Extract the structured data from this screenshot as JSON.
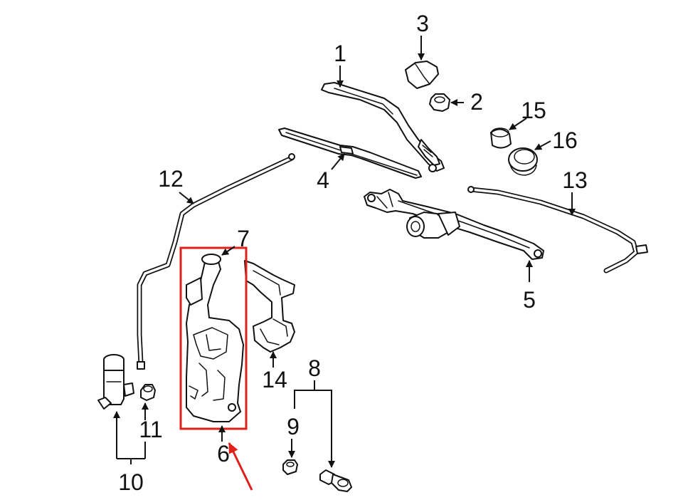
{
  "callouts": [
    {
      "id": "1",
      "text": "1"
    },
    {
      "id": "2",
      "text": "2"
    },
    {
      "id": "3",
      "text": "3"
    },
    {
      "id": "4",
      "text": "4"
    },
    {
      "id": "5",
      "text": "5"
    },
    {
      "id": "6",
      "text": "6"
    },
    {
      "id": "7",
      "text": "7"
    },
    {
      "id": "8",
      "text": "8"
    },
    {
      "id": "9",
      "text": "9"
    },
    {
      "id": "10",
      "text": "10"
    },
    {
      "id": "11",
      "text": "11"
    },
    {
      "id": "12",
      "text": "12"
    },
    {
      "id": "13",
      "text": "13"
    },
    {
      "id": "14",
      "text": "14"
    },
    {
      "id": "15",
      "text": "15"
    },
    {
      "id": "16",
      "text": "16"
    }
  ],
  "highlight": {
    "color": "#e0201b",
    "target_callout": "6"
  },
  "line_color": "#111111",
  "background": "#ffffff"
}
